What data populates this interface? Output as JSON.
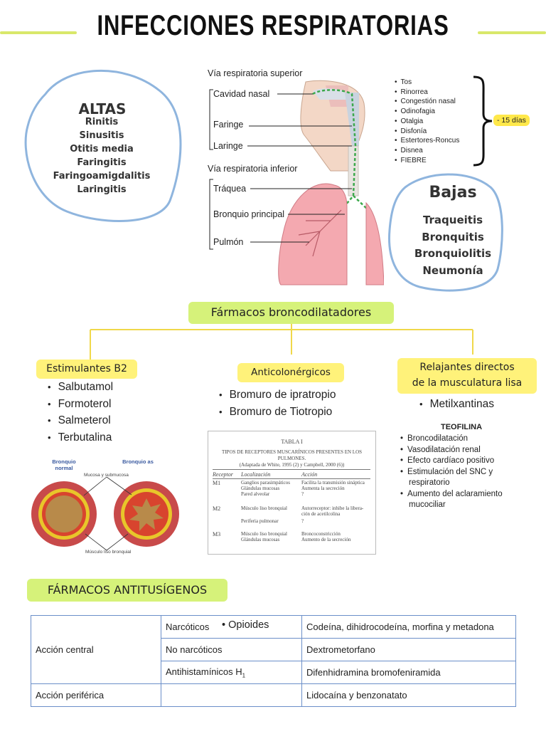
{
  "title": "INFECCIONES RESPIRATORIAS",
  "altas": {
    "heading": "ALTAS",
    "items": [
      "Rinitis",
      "Sinusitis",
      "Otitis media",
      "Faringitis",
      "Faringoamigdalitis",
      "Laringitis"
    ]
  },
  "diagram": {
    "upper_heading": "Vía respiratoria superior",
    "lower_heading": "Vía respiratoria inferior",
    "labels": {
      "nasal": "Cavidad nasal",
      "faringe": "Faringe",
      "laringe": "Laringe",
      "traquea": "Tráquea",
      "bronquio": "Bronquio principal",
      "pulmon": "Pulmón"
    }
  },
  "symptoms": {
    "items": [
      "Tos",
      "Rinorrea",
      "Congestión nasal",
      "Odinofagia",
      "Otalgia",
      "Disfonía",
      "Estertores-Roncus",
      "Disnea",
      "FIEBRE"
    ],
    "duration_badge": "- 15 días"
  },
  "bajas": {
    "heading": "Bajas",
    "items": [
      "Traqueitis",
      "Bronquitis",
      "Bronquiolitis",
      "Neumonía"
    ]
  },
  "broncodilatadores": {
    "heading": "Fármacos broncodilatadores",
    "b2": {
      "heading": "Estimulantes B2",
      "items": [
        "Salbutamol",
        "Formoterol",
        "Salmeterol",
        "Terbutalina"
      ]
    },
    "anticolinergicos": {
      "heading": "Anticolonérgicos",
      "items": [
        "Bromuro de ipratropio",
        "Bromuro de Tiotropio"
      ]
    },
    "relajantes": {
      "heading_line1": "Relajantes directos",
      "heading_line2": "de la musculatura lisa",
      "items": [
        "Metilxantinas"
      ],
      "teofilina_heading": "TEOFILINA",
      "teofilina_items": [
        "Broncodilatación",
        "Vasodilatación renal",
        "Efecto cardíaco positivo",
        "Estimulación del SNC y respiratorio",
        "Aumento del aclaramiento mucociliar"
      ]
    }
  },
  "bronchi_image": {
    "normal_label": "Bronquio normal",
    "asthma_label": "Bronquio as",
    "mucosa_label": "Mucosa y submucosa",
    "muscle_label": "Músculo liso bronquial"
  },
  "tabla_receptores": {
    "title": "TABLA I",
    "subtitle_1": "TIPOS DE RECEPTORES MUSCARÍNICOS PRESENTES EN LOS",
    "subtitle_2": "PULMONES.",
    "subtitle_3": "(Adaptada de White, 1995 (2) y Campbell, 2000 (6))",
    "columns": [
      "Receptor",
      "Localización",
      "Acción"
    ],
    "rows": [
      {
        "receptor": "M1",
        "loc": [
          "Ganglios parasimpáticos",
          "Glándulas mucosas",
          "Pared alveolar"
        ],
        "accion": [
          "Facilita la transmisión sináptica",
          "Aumenta la secreción",
          "?"
        ]
      },
      {
        "receptor": "M2",
        "loc": [
          "Músculo liso bronquial",
          "",
          "Periferia pulmonar"
        ],
        "accion": [
          "Autorreceptor: inhibe la libera-",
          "ción de acetilcolina",
          "?"
        ]
      },
      {
        "receptor": "M3",
        "loc": [
          "Músculo liso bronquial",
          "Glándulas mucosas"
        ],
        "accion": [
          "Broncoconstricción",
          "Aumento de la secreción"
        ]
      }
    ]
  },
  "antitusigenos": {
    "heading": "FÁRMACOS ANTITUSÍGENOS",
    "rows": {
      "central": "Acción central",
      "periferica": "Acción periférica",
      "narcoticos": "Narcóticos",
      "opioides": "Opioides",
      "narcoticos_drugs": "Codeína, dihidrocodeína, morfina y metadona",
      "no_narcoticos": "No narcóticos",
      "no_narcoticos_drugs": "Dextrometorfano",
      "antihistaminicos": "Antihistamínicos H",
      "antihistaminicos_sub": "1",
      "antihistaminicos_drugs": "Difenhidramina bromofeniramida",
      "periferica_drugs": "Lidocaína y benzonatato"
    }
  },
  "colors": {
    "green_highlight": "#d6f27a",
    "yellow_highlight": "#fff27a",
    "bubble_border": "#8fb5de",
    "connector": "#f0d84a",
    "table_border": "#6b8fc9"
  }
}
